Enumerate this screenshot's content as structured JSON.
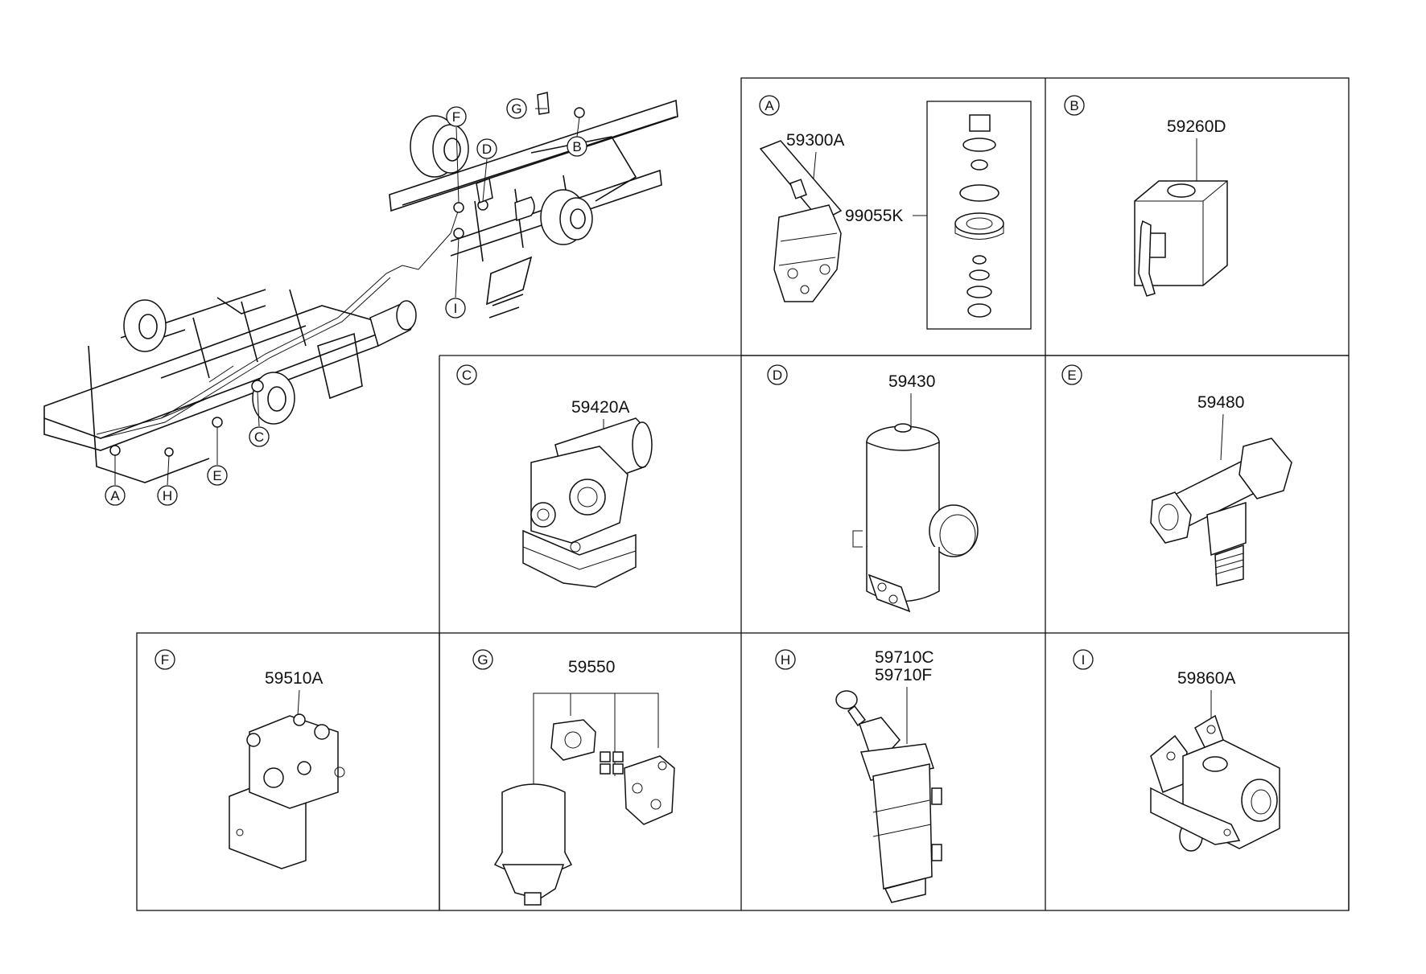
{
  "overview": {
    "callouts": [
      "F",
      "G",
      "B",
      "D",
      "I",
      "C",
      "E",
      "A",
      "H"
    ]
  },
  "panels": [
    {
      "letter": "A",
      "part_numbers": [
        "59300A",
        "99055K"
      ]
    },
    {
      "letter": "B",
      "part_numbers": [
        "59260D"
      ]
    },
    {
      "letter": "C",
      "part_numbers": [
        "59420A"
      ]
    },
    {
      "letter": "D",
      "part_numbers": [
        "59430"
      ]
    },
    {
      "letter": "E",
      "part_numbers": [
        "59480"
      ]
    },
    {
      "letter": "F",
      "part_numbers": [
        "59510A"
      ]
    },
    {
      "letter": "G",
      "part_numbers": [
        "59550"
      ]
    },
    {
      "letter": "H",
      "part_numbers": [
        "59710C",
        "59710F"
      ]
    },
    {
      "letter": "I",
      "part_numbers": [
        "59860A"
      ]
    }
  ]
}
